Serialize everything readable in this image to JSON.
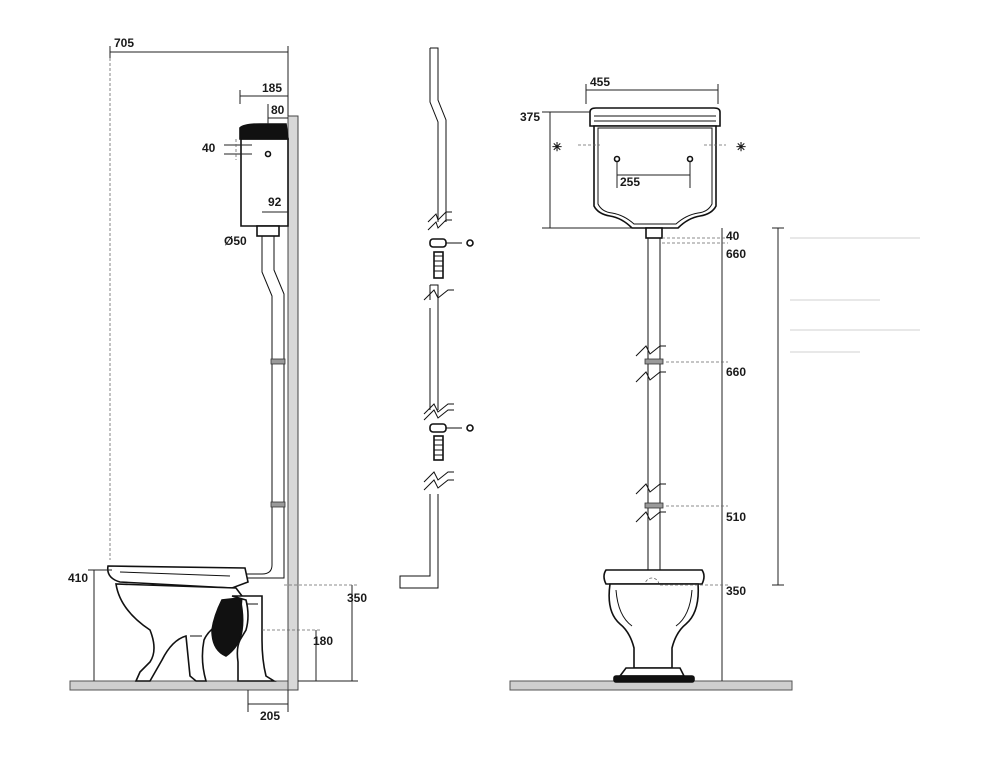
{
  "side_view": {
    "dims": {
      "overall_height": "705",
      "cistern_depth": "185",
      "cistern_gap": "80",
      "outlet_offset": "40",
      "flush_pipe_offset": "92",
      "flush_pipe_diameter": "Ø50",
      "bowl_height": "410",
      "outlet_height": "350",
      "trap_height": "180",
      "trap_to_wall": "205"
    }
  },
  "front_view": {
    "dims": {
      "cistern_width": "455",
      "cistern_height": "375",
      "fixing_centres": "255",
      "gap_below_cistern": "40",
      "pipe_section_1": "660",
      "pipe_section_2": "660",
      "pipe_section_3": "510",
      "pan_height": "350"
    }
  }
}
